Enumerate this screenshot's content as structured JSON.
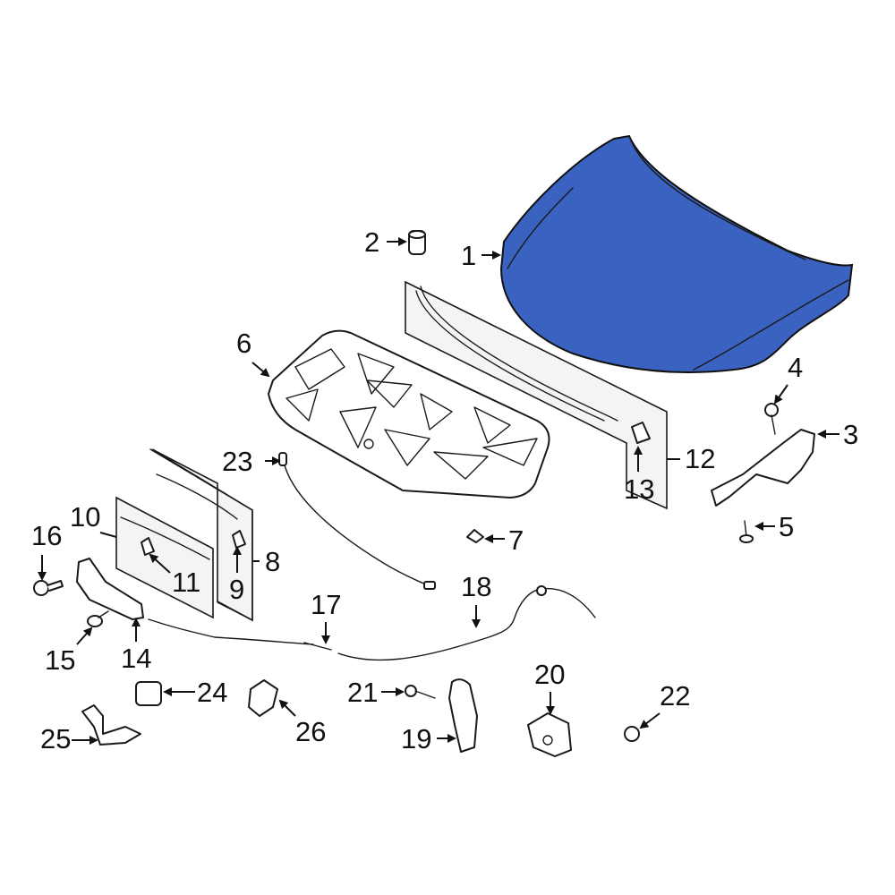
{
  "diagram": {
    "type": "exploded-parts-diagram",
    "highlight_color": "#3a62c0",
    "highlighted_part": "1",
    "callouts": [
      {
        "id": "1",
        "label": "1"
      },
      {
        "id": "2",
        "label": "2"
      },
      {
        "id": "3",
        "label": "3"
      },
      {
        "id": "4",
        "label": "4"
      },
      {
        "id": "5",
        "label": "5"
      },
      {
        "id": "6",
        "label": "6"
      },
      {
        "id": "7",
        "label": "7"
      },
      {
        "id": "8",
        "label": "8"
      },
      {
        "id": "9",
        "label": "9"
      },
      {
        "id": "10",
        "label": "10"
      },
      {
        "id": "11",
        "label": "11"
      },
      {
        "id": "12",
        "label": "12"
      },
      {
        "id": "13",
        "label": "13"
      },
      {
        "id": "14",
        "label": "14"
      },
      {
        "id": "15",
        "label": "15"
      },
      {
        "id": "16",
        "label": "16"
      },
      {
        "id": "17",
        "label": "17"
      },
      {
        "id": "18",
        "label": "18"
      },
      {
        "id": "19",
        "label": "19"
      },
      {
        "id": "20",
        "label": "20"
      },
      {
        "id": "21",
        "label": "21"
      },
      {
        "id": "22",
        "label": "22"
      },
      {
        "id": "23",
        "label": "23"
      },
      {
        "id": "24",
        "label": "24"
      },
      {
        "id": "25",
        "label": "25"
      },
      {
        "id": "26",
        "label": "26"
      }
    ]
  }
}
